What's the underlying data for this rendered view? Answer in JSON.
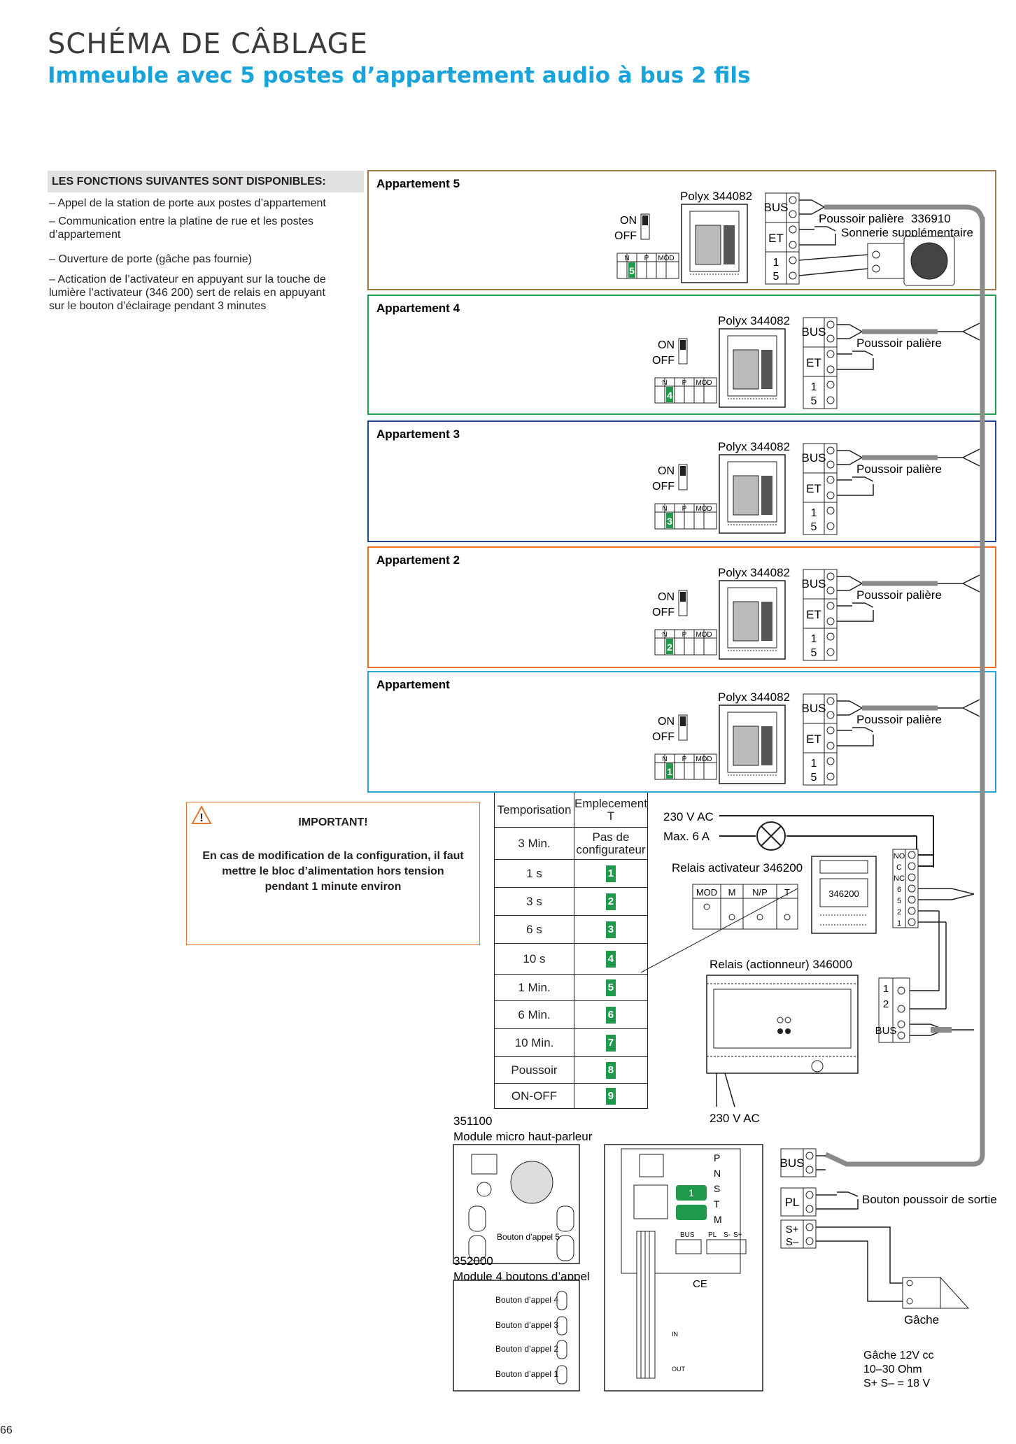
{
  "header": {
    "title": "SCHÉMA DE CÂBLAGE",
    "subtitle": "Immeuble avec 5 postes d’appartement audio à bus 2 fils"
  },
  "features": {
    "heading": "LES FONCTIONS SUIVANTES SONT DISPONIBLES:",
    "items": [
      "– Appel de la station de porte aux postes d’appartement",
      "– Communication entre la platine de rue et les postes d’appartement",
      "– Ouverture de porte (gâche pas fournie)",
      "– Actication de l’activateur en appuyant sur la touche de lumière l’activateur (346 200) sert de relais en appuyant sur le bouton d’éclairage pendant 3 minutes"
    ]
  },
  "apartments": [
    {
      "title": "Appartement 5",
      "device": "Polyx 344082",
      "switch_on": "ON",
      "switch_off": "OFF",
      "config_n": "N",
      "config_p": "P",
      "config_mod": "MOD",
      "config_value": "5",
      "bus": "BUS",
      "et": "ET",
      "term1": "1",
      "term5": "5",
      "button": "Poussoir palière",
      "extra_ref": "336910",
      "extra_label": "Sonnerie supplémentaire",
      "color": "#a0784c"
    },
    {
      "title": "Appartement 4",
      "device": "Polyx 344082",
      "switch_on": "ON",
      "switch_off": "OFF",
      "config_n": "N",
      "config_p": "P",
      "config_mod": "MOD",
      "config_value": "4",
      "bus": "BUS",
      "et": "ET",
      "term1": "1",
      "term5": "5",
      "button": "Poussoir palière",
      "color": "#21a04f"
    },
    {
      "title": "Appartement 3",
      "device": "Polyx 344082",
      "switch_on": "ON",
      "switch_off": "OFF",
      "config_n": "N",
      "config_p": "P",
      "config_mod": "MOD",
      "config_value": "3",
      "bus": "BUS",
      "et": "ET",
      "term1": "1",
      "term5": "5",
      "button": "Poussoir palière",
      "color": "#21479a"
    },
    {
      "title": "Appartement 2",
      "device": "Polyx 344082",
      "switch_on": "ON",
      "switch_off": "OFF",
      "config_n": "N",
      "config_p": "P",
      "config_mod": "MOD",
      "config_value": "2",
      "bus": "BUS",
      "et": "ET",
      "term1": "1",
      "term5": "5",
      "button": "Poussoir palière",
      "color": "#ec6e24"
    },
    {
      "title": "Appartement",
      "device": "Polyx 344082",
      "switch_on": "ON",
      "switch_off": "OFF",
      "config_n": "N",
      "config_p": "P",
      "config_mod": "MOD",
      "config_value": "1",
      "bus": "BUS",
      "et": "ET",
      "term1": "1",
      "term5": "5",
      "button": "Poussoir palière",
      "color": "#29a3dc"
    }
  ],
  "important": {
    "title": "IMPORTANT!",
    "icon": "warning-icon",
    "icon_mark": "!",
    "body": "En cas de modification de la configuration, il faut mettre le bloc d’alimentation hors tension pendant 1 minute environ"
  },
  "tempo_table": {
    "header": [
      "Temporisation",
      "Emplecement T"
    ],
    "first_row": [
      "3 Min.",
      "Pas de configurateur"
    ],
    "rows": [
      {
        "label": "1 s",
        "value": "1"
      },
      {
        "label": "3 s",
        "value": "2"
      },
      {
        "label": "6 s",
        "value": "3"
      },
      {
        "label": "10 s",
        "value": "4"
      },
      {
        "label": "1 Min.",
        "value": "5"
      },
      {
        "label": "6 Min.",
        "value": "6"
      },
      {
        "label": "10 Min.",
        "value": "7"
      },
      {
        "label": "Poussoir",
        "value": "8"
      },
      {
        "label": "ON-OFF",
        "value": "9"
      }
    ]
  },
  "lighting": {
    "supply": "230 V AC",
    "max": "Max. 6 A",
    "relay_activator_label": "Relais activateur 346200",
    "relay_activator_ref": "346200",
    "cfg_mod": "MOD",
    "cfg_m": "M",
    "cfg_np": "N/P",
    "cfg_t": "T",
    "term_no": "NO",
    "term_c": "C",
    "term_nc": "NC",
    "term_6": "6",
    "term_5": "5",
    "term_2": "2",
    "term_1": "1",
    "relay_actuator_label": "Relais (actionneur) 346000",
    "actuator_t1": "1",
    "actuator_t2": "2",
    "actuator_bus": "BUS",
    "actuator_supply": "230 V AC"
  },
  "door_station": {
    "mic_ref": "351100",
    "mic_label": "Module micro haut-parleur",
    "mic_button": "Bouton d’appel 5",
    "buttons_ref": "352000",
    "buttons_label": "Module 4 boutons d’appel",
    "buttons": [
      "Bouton d’appel 4",
      "Bouton d’appel 3",
      "Bouton d’appel 2",
      "Bouton d’appel 1"
    ],
    "ps_letters": [
      "P",
      "N",
      "S",
      "T",
      "M"
    ],
    "ps_bus": "BUS",
    "ps_pl": "PL",
    "ps_sminus": "S-",
    "ps_splus": "S+",
    "ps_in": "IN",
    "ps_out": "OUT",
    "ce": "CE",
    "bus": "BUS",
    "pl": "PL",
    "s_plus": "S+",
    "s_minus": "S–",
    "exit_button": "Bouton poussoir de sortie",
    "lock_label": "Gâche",
    "lock_spec": [
      "Gâche 12V cc",
      "10–30 Ohm",
      "S+ S– = 18 V"
    ]
  },
  "page_number": "66"
}
